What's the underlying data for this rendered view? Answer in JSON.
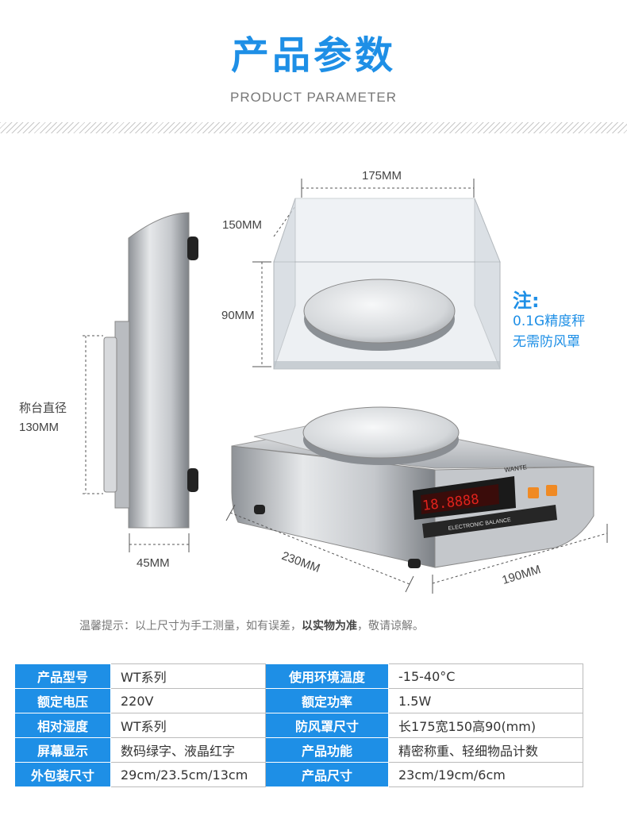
{
  "header": {
    "title": "产品参数",
    "subtitle": "PRODUCT PARAMETER"
  },
  "dimensions": {
    "top_width": "175MM",
    "height_150": "150MM",
    "height_90": "90MM",
    "pan_diameter_line1": "称台直径",
    "pan_diameter_line2": "130MM",
    "side_depth": "45MM",
    "length": "230MM",
    "width": "190MM"
  },
  "note": {
    "heading": "注:",
    "line1": "0.1G精度秤",
    "line2": "无需防风罩"
  },
  "product_marks": {
    "brand": "WANTE",
    "panel_label": "ELECTRONIC BALANCE"
  },
  "tip": {
    "before": "温馨提示：以上尺寸为手工测量，如有误差，",
    "emphasis": "以实物为准",
    "after": "，敬请谅解。"
  },
  "specs": [
    {
      "k1": "产品型号",
      "v1": "WT系列",
      "k2": "使用环境温度",
      "v2": "-15-40°C"
    },
    {
      "k1": "额定电压",
      "v1": "220V",
      "k2": "额定功率",
      "v2": "1.5W"
    },
    {
      "k1": "相对湿度",
      "v1": "WT系列",
      "k2": "防风罩尺寸",
      "v2": "长175宽150高90(mm)"
    },
    {
      "k1": "屏幕显示",
      "v1": "数码绿字、液晶红字",
      "k2": "产品功能",
      "v2": "精密称重、轻细物品计数"
    },
    {
      "k1": "外包装尺寸",
      "v1": "29cm/23.5cm/13cm",
      "k2": "产品尺寸",
      "v2": "23cm/19cm/6cm"
    }
  ],
  "colors": {
    "accent": "#1e8fe6",
    "display_red": "#e0221c"
  }
}
